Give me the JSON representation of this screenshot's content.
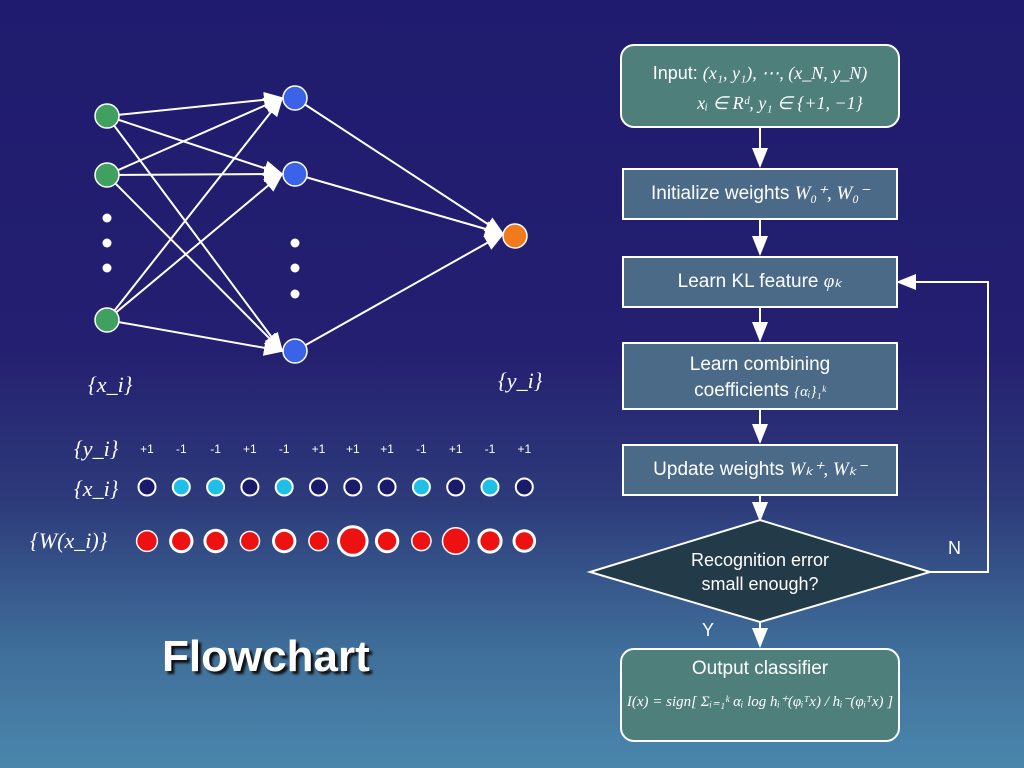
{
  "slide_title": "Flowchart",
  "network": {
    "input_label": "{x_i}",
    "output_label": "{y_i}"
  },
  "sequence": {
    "y_label": "{y_i}",
    "x_label": "{x_i}",
    "w_label": "{W(x_i)}",
    "y_values": [
      "+1",
      "-1",
      "-1",
      "+1",
      "-1",
      "+1",
      "+1",
      "+1",
      "-1",
      "+1",
      "-1",
      "+1"
    ],
    "x_classes": [
      "dark",
      "light",
      "light",
      "dark",
      "light",
      "dark",
      "dark",
      "dark",
      "light",
      "dark",
      "light",
      "dark"
    ],
    "weight_sizes": [
      0.55,
      0.4,
      0.4,
      0.45,
      0.4,
      0.45,
      0.85,
      0.4,
      0.45,
      0.9,
      0.45,
      0.35
    ],
    "weight_ring": [
      false,
      true,
      true,
      false,
      true,
      false,
      true,
      true,
      false,
      false,
      true,
      true
    ]
  },
  "flowchart": {
    "input": {
      "prefix": "Input:",
      "line1": "(x₁, y₁), ⋯, (x_N, y_N)",
      "line2": "xᵢ ∈ Rᵈ, y₁ ∈ {+1, −1}"
    },
    "init": {
      "text": "Initialize weights",
      "math": "W₀⁺, W₀⁻"
    },
    "learn_kl": {
      "text": "Learn KL feature",
      "math": "φₖ"
    },
    "learn_comb": {
      "line1": "Learn combining",
      "line2": "coefficients",
      "math": "{αᵢ}₁ᵏ"
    },
    "update": {
      "text": "Update weights",
      "math": "Wₖ⁺, Wₖ⁻"
    },
    "decision": {
      "line1": "Recognition error",
      "line2": "small enough?"
    },
    "yes_label": "Y",
    "no_label": "N",
    "output": {
      "line1": "Output classifier",
      "formula": "I(x) = sign[ Σᵢ₌₁ᵏ αᵢ log hᵢ⁺(φᵢᵀx) / hᵢ⁻(φᵢᵀx) ]"
    }
  },
  "colors": {
    "input_node": "#3fa060",
    "hidden_node": "#3b63e8",
    "output_node": "#f07a1c",
    "x_dark": "#1a1a6a",
    "x_light": "#1fc0e8",
    "weight": "#ee1111",
    "rounded_box": "#4f7f7a",
    "rect_box": "#4a6a88",
    "decision": "#233a48"
  }
}
